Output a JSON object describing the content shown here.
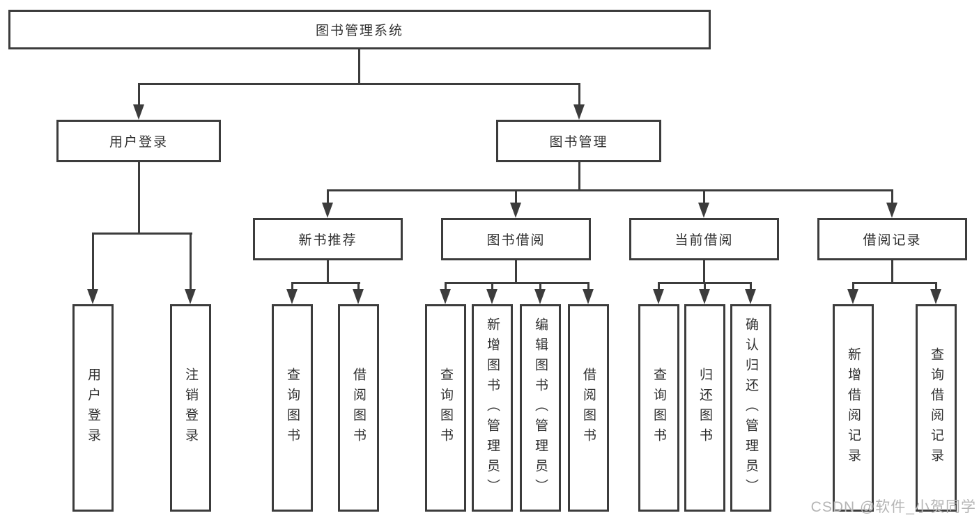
{
  "colors": {
    "line": "#3c3c3c",
    "box_border": "#3c3c3c",
    "text": "#303030",
    "background": "#ffffff",
    "watermark": "#b5b5b5"
  },
  "watermark": {
    "text": "CSDN @软件_小贺同学"
  },
  "diagram": {
    "type": "hierarchy-tree",
    "root": {
      "label": "图书管理系统"
    },
    "level2": [
      {
        "label": "用户登录"
      },
      {
        "label": "图书管理"
      }
    ],
    "level3": [
      {
        "label": "新书推荐",
        "parent": "图书管理"
      },
      {
        "label": "图书借阅",
        "parent": "图书管理"
      },
      {
        "label": "当前借阅",
        "parent": "图书管理"
      },
      {
        "label": "借阅记录",
        "parent": "图书管理"
      }
    ],
    "leaves": [
      {
        "label": "用户登录",
        "parent": "用户登录"
      },
      {
        "label": "注销登录",
        "parent": "用户登录"
      },
      {
        "label": "查询图书",
        "parent": "新书推荐"
      },
      {
        "label": "借阅图书",
        "parent": "新书推荐"
      },
      {
        "label": "查询图书",
        "parent": "图书借阅"
      },
      {
        "label": "新增图书（管理员）",
        "parent": "图书借阅"
      },
      {
        "label": "编辑图书（管理员）",
        "parent": "图书借阅"
      },
      {
        "label": "借阅图书",
        "parent": "图书借阅"
      },
      {
        "label": "查询图书",
        "parent": "当前借阅"
      },
      {
        "label": "归还图书",
        "parent": "当前借阅"
      },
      {
        "label": "确认归还（管理员）",
        "parent": "当前借阅"
      },
      {
        "label": "新增借阅记录",
        "parent": "借阅记录"
      },
      {
        "label": "查询借阅记录",
        "parent": "借阅记录"
      }
    ]
  }
}
